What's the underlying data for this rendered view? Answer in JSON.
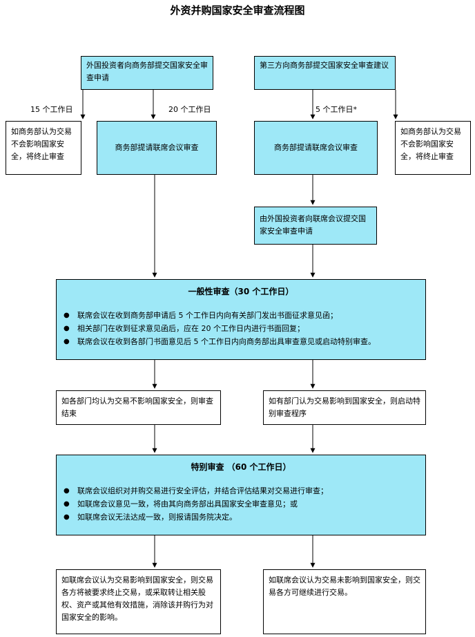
{
  "title": "外资并购国家安全审查流程图",
  "boxes": {
    "foreign_apply": "外国投资者向商务部提交国家安全审查申请",
    "third_party": "第三方向商务部提交国家安全审查建议",
    "mofcom_left": "如商务部认为交易不会影响国家安全，将终止审查",
    "mofcom_right": "如商务部认为交易不会影响国家安全，将终止审查",
    "request_left": "商务部提请联席会议审查",
    "request_right": "商务部提请联席会议审查",
    "investor_apply": "由外国投资者向联席会议提交国家安全审查申请",
    "no_impact": "如各部门均认为交易不影响国家安全，则审查结束",
    "impact": "如有部门认为交易影响到国家安全，则启动特别审查程序",
    "result_impact": "如联席会议认为交易影响到国家安全，则交易各方将被要求终止交易，或采取转让相关股权、资产或其他有效措施，消除该并购行为对国家安全的影响。",
    "result_no_impact": "如联席会议认为交易未影响到国家安全，则交易各方可继续进行交易。"
  },
  "general": {
    "title": "一般性审查（30 个工作日）",
    "items": [
      "联席会议在收到商务部申请后 5 个工作日内向有关部门发出书面征求意见函；",
      "相关部门在收到征求意见函后，应在 20 个工作日内进行书面回复；",
      "联席会议在收到各部门书面意见后 5 个工作日内向商务部出具审查意见或启动特别审查。"
    ]
  },
  "special": {
    "title": "特别审查  （60 个工作日）",
    "items": [
      "联席会议组织对并购交易进行安全评估，并结合评估结果对交易进行审查；",
      "如联席会议意见一致，将由其向商务部出具国家安全审查意见；或",
      "如联席会议无法达成一致，则报请国务院决定。"
    ]
  },
  "labels": {
    "days15": "15 个工作日",
    "days20": "20 个工作日",
    "days5": "5 个工作日*"
  }
}
